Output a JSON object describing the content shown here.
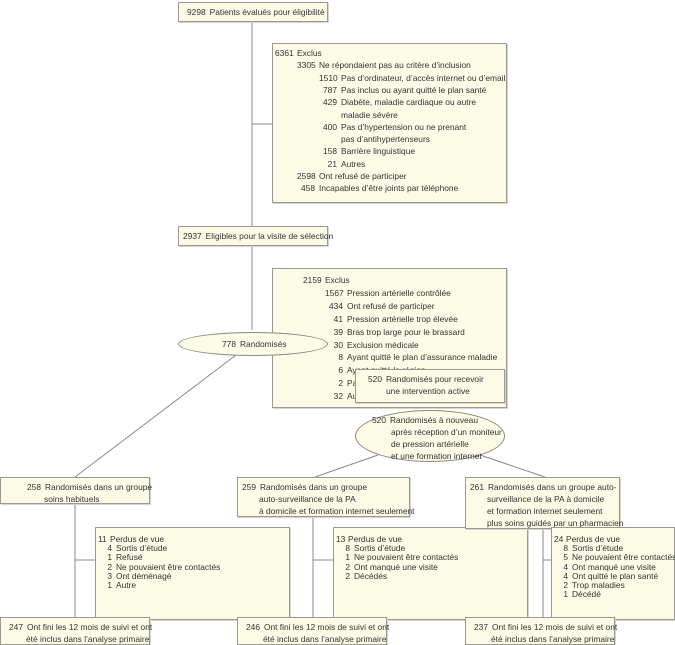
{
  "flowchart": {
    "assessed": {
      "n": "9298",
      "label": "Patients évalués pour éligibilité"
    },
    "excluded1": {
      "rows": [
        {
          "n": "6361",
          "label": "Exclus"
        },
        {
          "n": "3305",
          "label": "Ne répondaient pas au critère d’inclusion"
        },
        {
          "n": "1510",
          "label": "Pas d’ordinateur, d’accès internet ou d’email"
        },
        {
          "n": "787",
          "label": "Pas inclus ou ayant quitté le plan santé"
        },
        {
          "n": "429",
          "label": "Diabète, maladie cardiaque ou autre"
        },
        {
          "n": "",
          "label": "maladie sévère"
        },
        {
          "n": "400",
          "label": "Pas d’hypertension ou ne prenant"
        },
        {
          "n": "",
          "label": "pas d’antihypertenseurs"
        },
        {
          "n": "158",
          "label": "Barrière linguistique"
        },
        {
          "n": "21",
          "label": "Autres"
        },
        {
          "n": "2598",
          "label": "Ont refusé de participer"
        },
        {
          "n": "458",
          "label": "Incapables d’être joints par téléphone"
        }
      ]
    },
    "eligible": {
      "n": "2937",
      "label": "Eligibles pour la visite de sélection"
    },
    "excluded2": {
      "rows": [
        {
          "n": "2159",
          "label": "Exclus"
        },
        {
          "n": "1567",
          "label": "Pression artérielle contrôlée"
        },
        {
          "n": "434",
          "label": "Ont refusé de participer"
        },
        {
          "n": "41",
          "label": "Pression artérielle trop élevée"
        },
        {
          "n": "39",
          "label": "Bras trop large pour le brassard"
        },
        {
          "n": "30",
          "label": "Exclusion médicale"
        },
        {
          "n": "8",
          "label": "Ayant quitté le plan d’assurance maladie"
        },
        {
          "n": "6",
          "label": "Ayant quitté la région"
        },
        {
          "n": "2",
          "label": "Pas d’e-mail"
        },
        {
          "n": "32",
          "label": "Autres"
        }
      ]
    },
    "randomized": {
      "n": "778",
      "label": "Randomisés"
    },
    "active": {
      "n": "520",
      "line1": "Randomisés pour recevoir",
      "line2": "une intervention active"
    },
    "rerandomized": {
      "n": "520",
      "lines": [
        "Randomisés à nouveau",
        "après réception d’un moniteur",
        "de pression artérielle",
        "et une formation internet"
      ]
    },
    "groups": [
      {
        "n": "258",
        "lines": [
          "Randomisés dans un groupe",
          "soins habituels"
        ],
        "lost": [
          {
            "n": "11",
            "label": "Perdus de vue"
          },
          {
            "n": "4",
            "label": "Sortis d’étude"
          },
          {
            "n": "1",
            "label": "Refusé"
          },
          {
            "n": "2",
            "label": "Ne pouvaient être contactés"
          },
          {
            "n": "3",
            "label": "Ont déménagé"
          },
          {
            "n": "1",
            "label": "Autre"
          }
        ],
        "final": {
          "n": "247",
          "lines": [
            "Ont fini les 12 mois de suivi et ont",
            "été inclus dans l’analyse primaire"
          ]
        }
      },
      {
        "n": "259",
        "lines": [
          "Randomisés dans un groupe",
          "auto-surveillance de la PA",
          "à domicile et formation internet seulement"
        ],
        "lost": [
          {
            "n": "13",
            "label": "Perdus de vue"
          },
          {
            "n": "8",
            "label": "Sortis d’étude"
          },
          {
            "n": "1",
            "label": "Ne pouvaient être contactés"
          },
          {
            "n": "2",
            "label": "Ont manqué une visite"
          },
          {
            "n": "2",
            "label": "Décédés"
          }
        ],
        "final": {
          "n": "246",
          "lines": [
            "Ont fini les 12 mois de suivi et ont",
            "été inclus dans l’analyse primaire"
          ]
        }
      },
      {
        "n": "261",
        "lines": [
          "Randomisés dans un groupe auto-",
          "surveillance de la PA à domicile",
          "et formation internet seulement",
          "plus soins guidés par un pharmacien"
        ],
        "lost": [
          {
            "n": "24",
            "label": "Perdus de vue"
          },
          {
            "n": "8",
            "label": "Sortis d’étude"
          },
          {
            "n": "5",
            "label": "Ne pouvaient être contactés"
          },
          {
            "n": "4",
            "label": "Ont manqué une visite"
          },
          {
            "n": "4",
            "label": "Ont quitté le plan santé"
          },
          {
            "n": "2",
            "label": "Trop maladies"
          },
          {
            "n": "1",
            "label": "Décédé"
          }
        ],
        "final": {
          "n": "237",
          "lines": [
            "Ont fini les 12 mois de suivi et ont",
            "été inclus dans l’analyse primaire"
          ]
        }
      }
    ]
  }
}
